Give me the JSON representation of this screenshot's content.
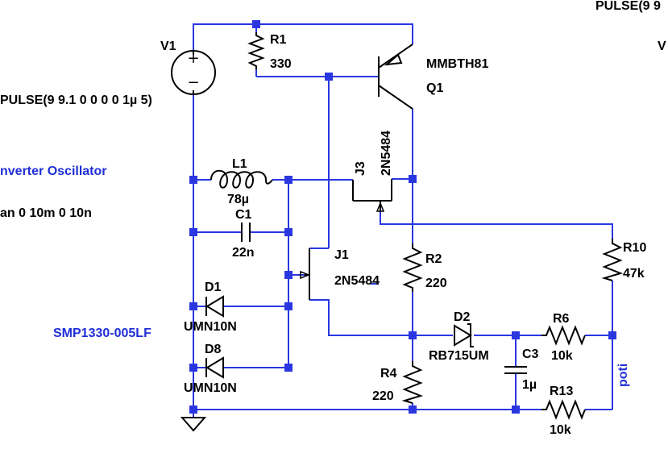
{
  "texts": {
    "v1_name": "V1",
    "v1_value": "PULSE(9 9.1 0 0 0 0 1µ 5)",
    "top_right_value": "PULSE(9 9",
    "top_right_v": "V",
    "r1_name": "R1",
    "r1_value": "330",
    "q1_part": "MMBTH81",
    "q1_name": "Q1",
    "j3_name": "J3",
    "j3_part": "2N5484",
    "l1_name": "L1",
    "l1_value": "78µ",
    "c1_name": "C1",
    "c1_value": "22n",
    "j1_name": "J1",
    "j1_part": "2N5484",
    "r2_name": "R2",
    "r2_value": "220",
    "r10_name": "R10",
    "r10_value": "47k",
    "d1_name": "D1",
    "d1_part": "UMN10N",
    "d8_name": "D8",
    "d8_part": "UMN10N",
    "d2_name": "D2",
    "d2_part": "RB715UM",
    "r6_name": "R6",
    "r6_value": "10k",
    "c3_name": "C3",
    "c3_value": "1µ",
    "r4_name": "R4",
    "r4_value": "220",
    "r13_name": "R13",
    "r13_value": "10k",
    "net_poti": "poti",
    "comment_oscillator": "nverter Oscillator",
    "comment_tran": "an 0 10m 0 10n",
    "comment_varactor": "SMP1330-005LF"
  },
  "colors": {
    "wire": "#2a37e0",
    "component": "#000000",
    "comment": "#1f2fd6"
  }
}
